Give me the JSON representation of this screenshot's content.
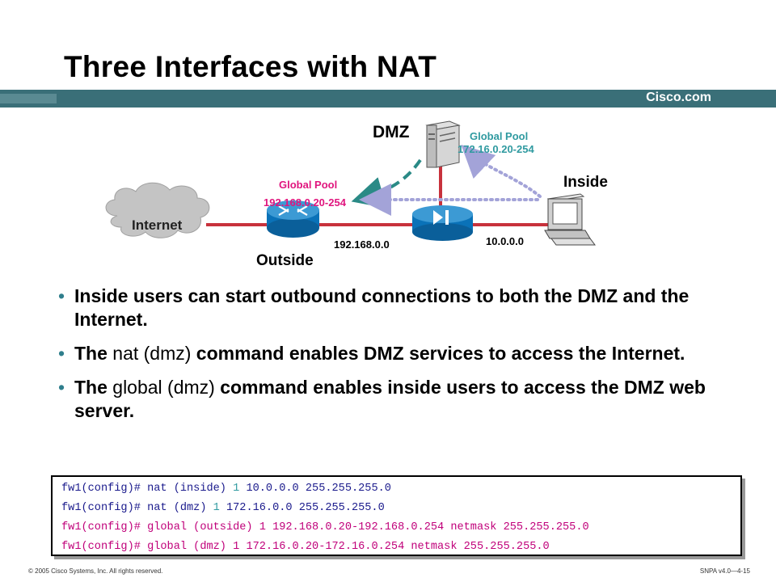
{
  "slide": {
    "title": "Three Interfaces with NAT",
    "brand": "Cisco.com"
  },
  "diagram": {
    "labels": {
      "dmz": "DMZ",
      "inside": "Inside",
      "outside": "Outside",
      "internet": "Internet",
      "pool_outside_title": "Global Pool",
      "pool_outside_range": "192.168.0.20-254",
      "pool_dmz_title": "Global Pool",
      "pool_dmz_range": "172.16.0.20-254",
      "net_outside": "192.168.0.0",
      "net_inside": "10.0.0.0"
    },
    "colors": {
      "link": "#c8323c",
      "pool_outside": "#e0157e",
      "pool_dmz": "#2f9aa0",
      "dashed_arrow": "#2a8a86",
      "dotted_arrow": "#a3a3d8",
      "device_blue": "#0a72b8",
      "cloud": "#c4c4c4"
    }
  },
  "bullets": [
    {
      "pre": "Inside users can start outbound connections to both the DMZ and the Internet.",
      "cmd": "",
      "post": ""
    },
    {
      "pre": "The ",
      "cmd": "nat (dmz)",
      "post": " command enables DMZ services to access the Internet."
    },
    {
      "pre": "The ",
      "cmd": "global (dmz)",
      "post": " command enables inside users to access the DMZ web server."
    }
  ],
  "bullet_mark": "•",
  "code": [
    {
      "prompt": "fw1(config)# ",
      "cmd": "nat (inside) ",
      "num": "1",
      "rest": " 10.0.0.0 255.255.255.0",
      "highlight": false
    },
    {
      "prompt": "fw1(config)# ",
      "cmd": "nat (dmz) ",
      "num": "1",
      "rest": " 172.16.0.0 255.255.255.0",
      "highlight": false
    },
    {
      "prompt": "fw1(config)# ",
      "cmd": "global (outside) ",
      "num": "1",
      "rest": " 192.168.0.20-192.168.0.254 netmask 255.255.255.0",
      "highlight": true
    },
    {
      "prompt": "fw1(config)# ",
      "cmd": "global (dmz) ",
      "num": "1",
      "rest": " 172.16.0.20-172.16.0.254 netmask 255.255.255.0",
      "highlight": true
    }
  ],
  "code_colors": {
    "prompt": "#1a1a8c",
    "num": "#2f9aa0",
    "highlight": "#c0007a"
  },
  "footer": {
    "left": "© 2005 Cisco Systems, Inc. All rights reserved.",
    "right": "SNPA v4.0—4-15"
  }
}
